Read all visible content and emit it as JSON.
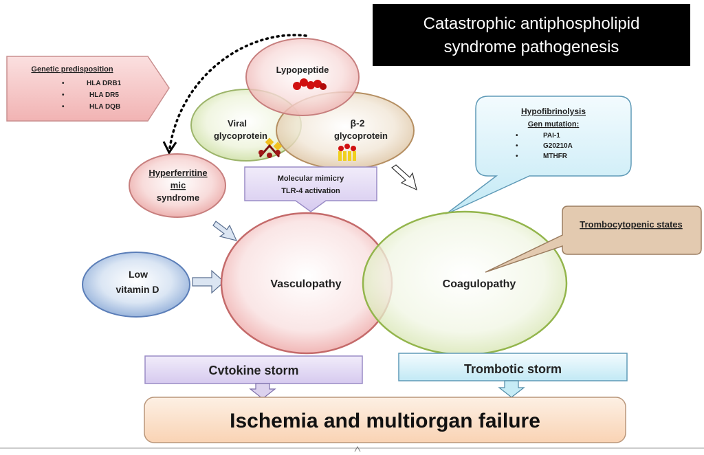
{
  "title": {
    "line1": "Catastrophic antiphospholipid",
    "line2": "syndrome pathogenesis"
  },
  "genetic": {
    "heading": "Genetic predisposition",
    "items": [
      "HLA DRB1",
      "HLA DR5",
      "HLA DQB"
    ]
  },
  "triggers": {
    "lypopeptide": "Lypopeptide",
    "viral_line1": "Viral",
    "viral_line2": "glycoprotein",
    "beta_line1": "β-2",
    "beta_line2": "glycoprotein"
  },
  "hyperferritine": {
    "line1": "Hyperferritine",
    "line2": "mic",
    "line3": "syndrome"
  },
  "mimicry": {
    "line1": "Molecular mimicry",
    "line2": "TLR-4 activation"
  },
  "hypofibrinolysis": {
    "heading": "Hypofibrinolysis",
    "subheading": "Gen mutation:",
    "items": [
      "PAI-1",
      "G20210A",
      "MTHFR"
    ]
  },
  "trombocytopenic": "Trombocytopenic states",
  "vitamin_d": {
    "line1": "Low",
    "line2": "vitamin D"
  },
  "vasculopathy": "Vasculopathy",
  "coagulopathy": "Coagulopathy",
  "cytokine_storm": "Cvtokine storm",
  "trombotic_storm": "Trombotic storm",
  "outcome": "Ischemia and multiorgan failure",
  "colors": {
    "title_bg": "#000000",
    "pink": "#f6c7c5",
    "green": "#d8e7b4",
    "tan": "#e2c9a8",
    "lavender": "#dcd2ee",
    "light_blue": "#c6ecf6",
    "blue": "#9cb7dd",
    "peach": "#fcdcc2"
  }
}
